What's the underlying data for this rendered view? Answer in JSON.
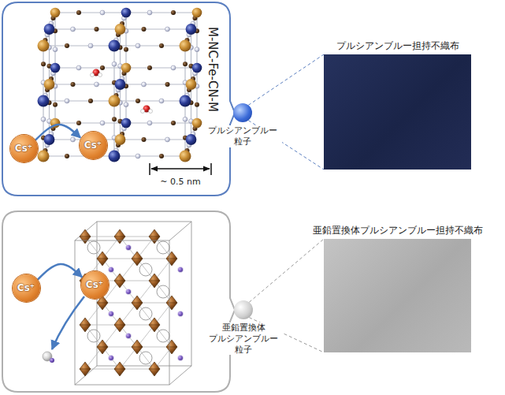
{
  "diagram": {
    "nodes": [
      {
        "text": [
          "Cs⁺"
        ]
      },
      {
        "text": [
          "Cs⁺"
        ]
      },
      {
        "text": [
          "プルシアンブルー 粒子"
        ]
      },
      {
        "text": [
          "プルシアンブルー担持不織布"
        ]
      },
      {
        "text": [
          "Cs⁺"
        ]
      },
      {
        "text": [
          "Cs⁺"
        ]
      },
      {
        "text": [
          "亜鉛置換体 プルシアンブルー 粒子"
        ]
      },
      {
        "text": [
          "亜鉛置換体プルシアンブルー担持不織布"
        ]
      }
    ],
    "edges": [
      {
        "from": 0,
        "to": 1,
        "arrow": "to"
      },
      {
        "from": 2,
        "to": 3,
        "arrow": "none"
      },
      {
        "from": 4,
        "to": 5,
        "arrow": "to"
      },
      {
        "from": 6,
        "to": 7,
        "arrow": "none"
      }
    ],
    "labels": [
      "M-NC-Fe-CN-M",
      "~ 0.5 nm"
    ]
  }
}
